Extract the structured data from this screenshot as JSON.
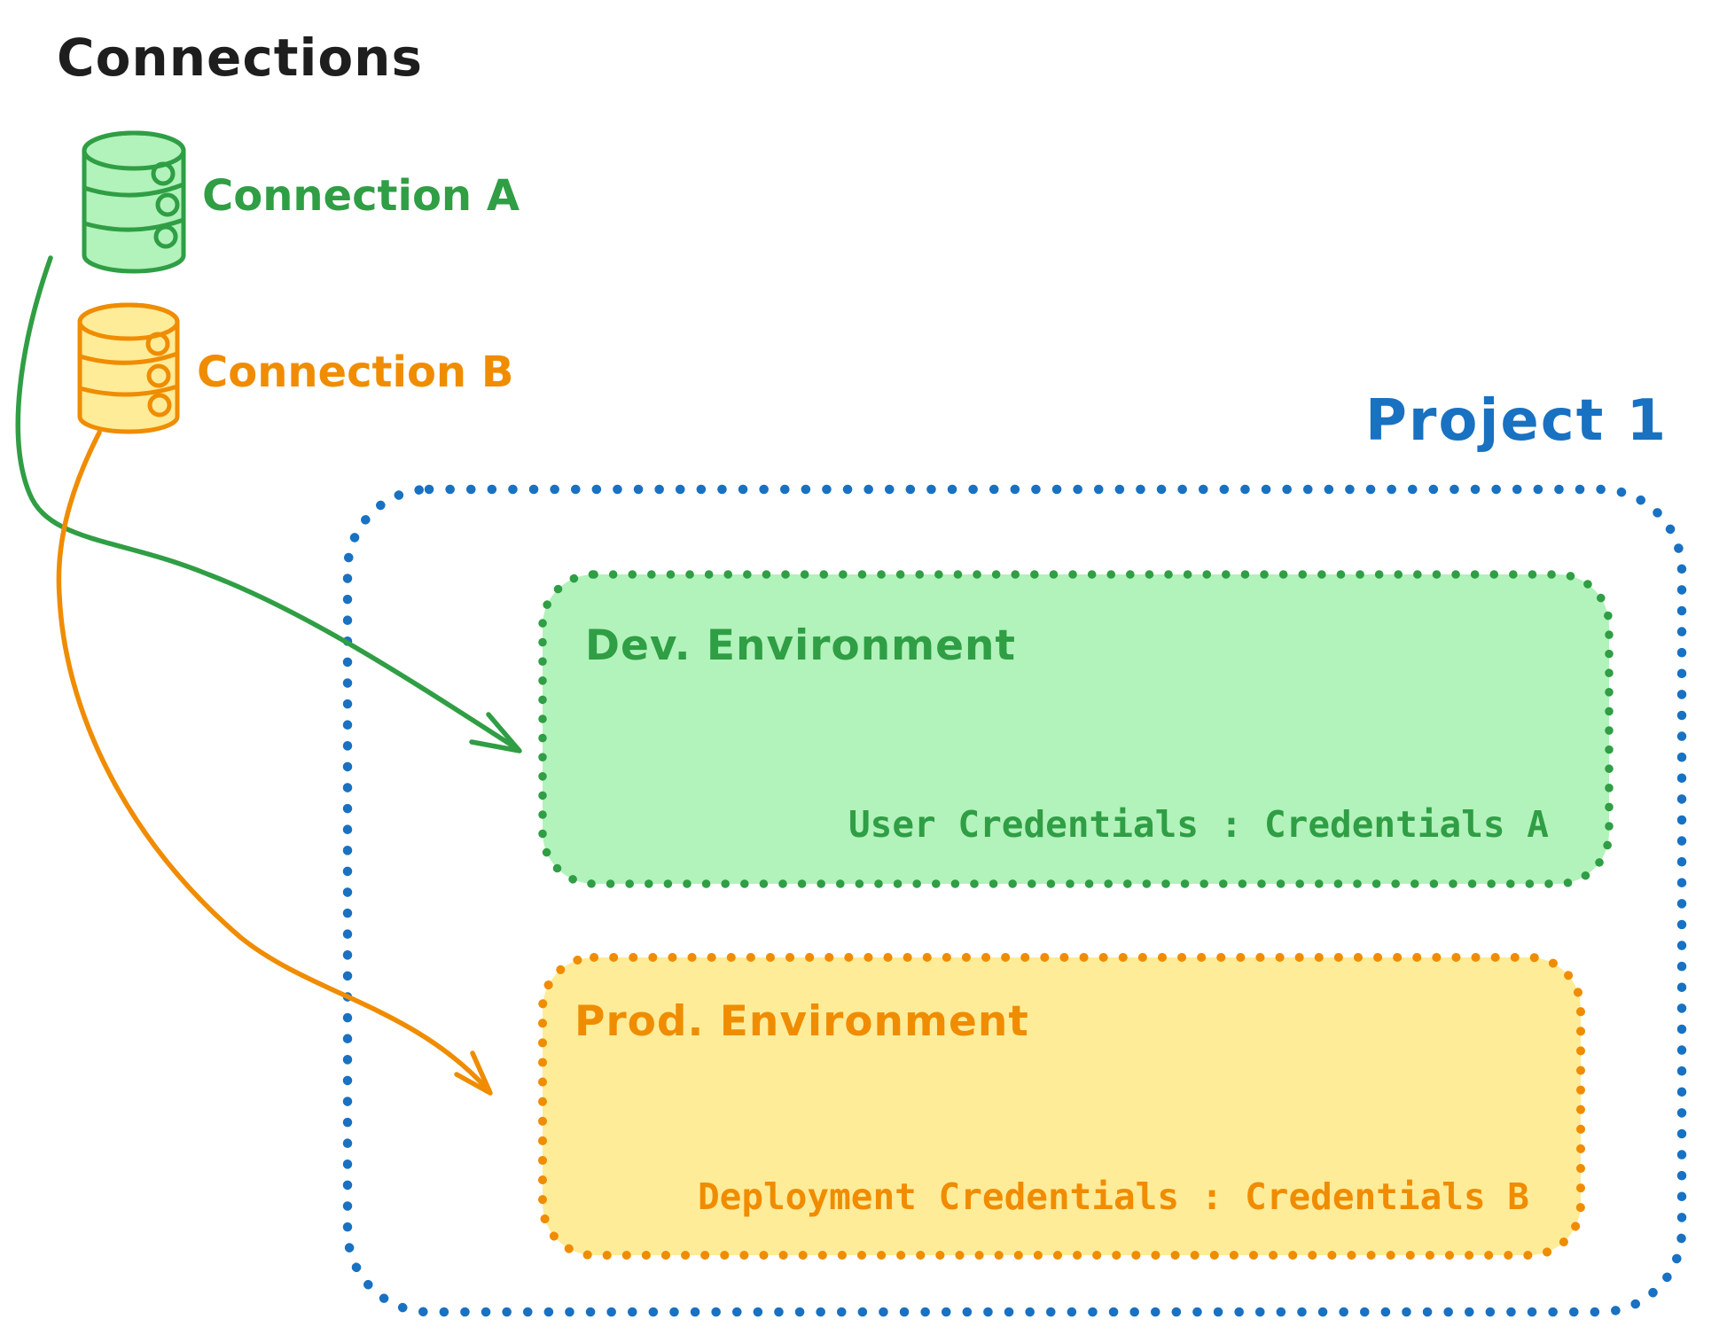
{
  "diagram": {
    "title": "Connections",
    "colors": {
      "ink": "#1e1e1e",
      "green": "#2f9e44",
      "green_fill": "#b2f2bb",
      "orange": "#f08c00",
      "orange_fill": "#ffec99",
      "blue": "#1971c2"
    },
    "connections": [
      {
        "label": "Connection A",
        "icon": "database-cylinder-icon",
        "color": "#2f9e44"
      },
      {
        "label": "Connection B",
        "icon": "database-cylinder-icon",
        "color": "#f08c00"
      }
    ],
    "project": {
      "label": "Project 1",
      "environments": [
        {
          "name": "Dev. Environment",
          "credentials": "User Credentials : Credentials A"
        },
        {
          "name": "Prod. Environment",
          "credentials": "Deployment Credentials : Credentials B"
        }
      ]
    },
    "arrows": [
      {
        "from": "Connection A",
        "to": "Dev. Environment"
      },
      {
        "from": "Connection B",
        "to": "Prod. Environment"
      }
    ]
  }
}
